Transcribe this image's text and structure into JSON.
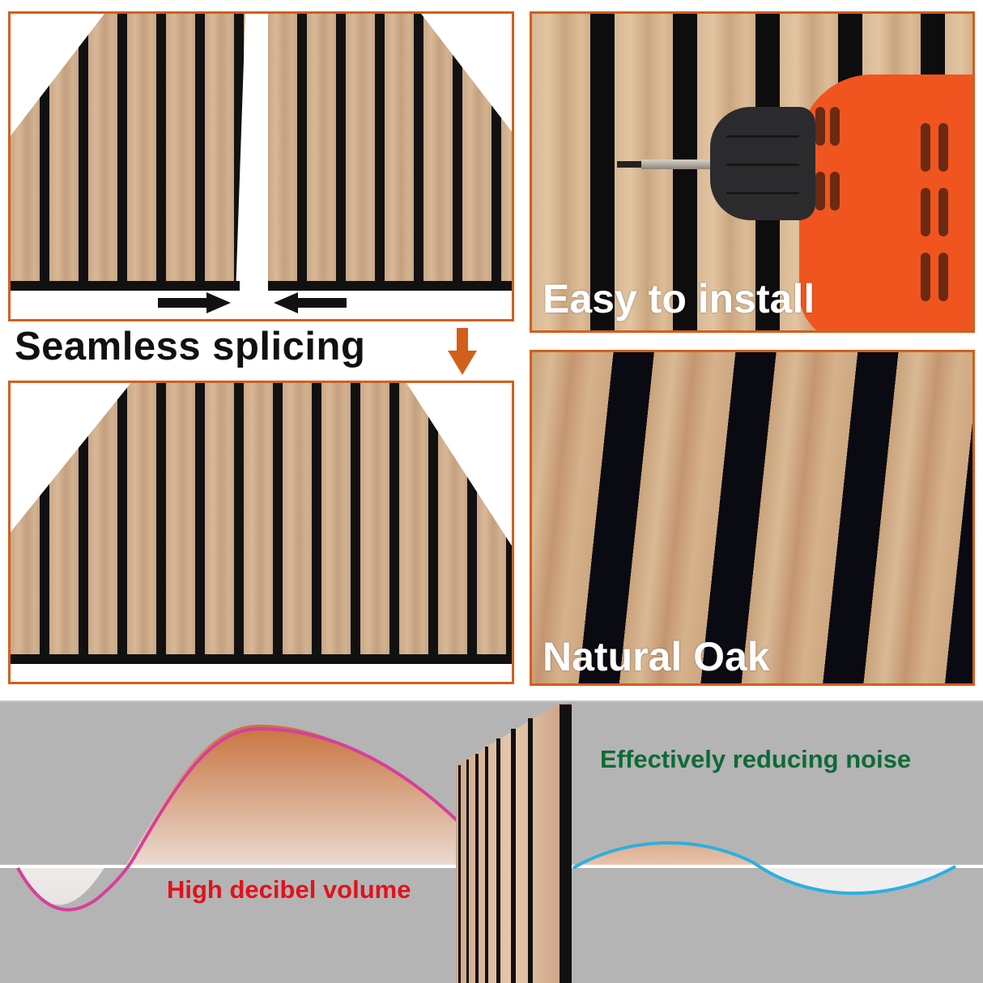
{
  "panels": {
    "splicing_before": {
      "label": "Two acoustic slat panels shown separated with arrows pointing toward each other"
    },
    "splicing_after": {
      "label": "Two panels spliced together into one seamless panel"
    },
    "install": {
      "caption": "Easy to install"
    },
    "finish": {
      "caption": "Natural Oak"
    }
  },
  "headline": {
    "text": "Seamless splicing"
  },
  "banner": {
    "high_label": "High decibel volume",
    "low_label": "Effectively reducing noise"
  },
  "colors": {
    "accent_orange": "#d25f1c",
    "high_wave": "#d63f9a",
    "low_wave": "#2bb0e0",
    "high_label": "#e0121c",
    "low_label": "#0d6b34",
    "banner_bg": "#b4b4b4"
  }
}
